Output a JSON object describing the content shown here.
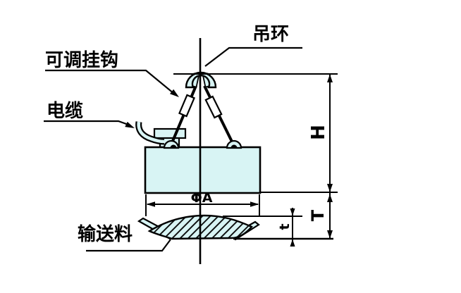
{
  "diagram": {
    "kind": "suspended-electromagnet-installation-drawing",
    "background_color": "#ffffff",
    "line_color": "#000000",
    "component_fill_color": "#d8f4f4"
  },
  "labels": {
    "lifting_ring": "吊环",
    "adjustable_hook": "可调挂钩",
    "cable": "电缆",
    "conveyed_material": "输送料"
  },
  "dimensions": {
    "overall_height": "H",
    "suspension_height": "T",
    "material_thickness": "t",
    "diameter": "ΦA"
  }
}
